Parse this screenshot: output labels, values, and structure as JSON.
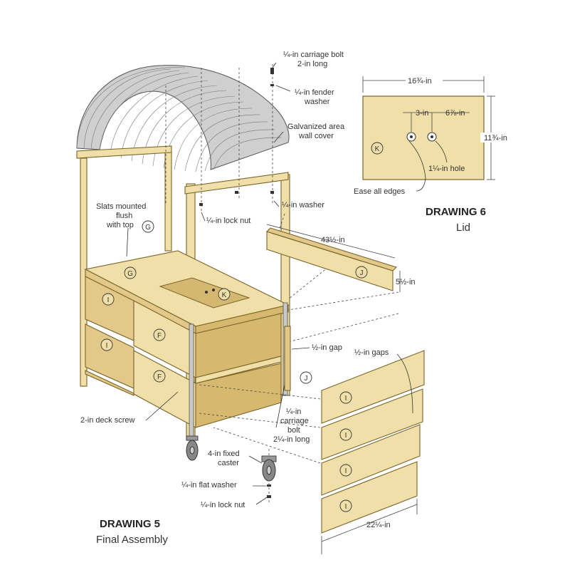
{
  "drawing5": {
    "title": "DRAWING 5",
    "subtitle": "Final Assembly",
    "labels": {
      "carriage_bolt_top": "¼-in carriage bolt",
      "carriage_bolt_top_2": "2-in long",
      "fender_washer": "¼-in fender",
      "fender_washer_2": "washer",
      "wall_cover": "Galvanized area",
      "wall_cover_2": "wall cover",
      "slats": "Slats mounted",
      "slats_2": "flush",
      "slats_3": "with top",
      "washer": "¼-in washer",
      "lock_nut_top": "¼-in lock nut",
      "dim_43": "43½-in",
      "dim_5": "5½-in",
      "gap": "½-in gap",
      "gaps": "½-in gaps",
      "deck_screw": "2-in deck screw",
      "carriage_bolt_low": "¼-in",
      "carriage_bolt_low_2": "carriage",
      "carriage_bolt_low_3": "bolt",
      "carriage_bolt_low_4": "2¼-in long",
      "caster": "4-in fixed",
      "caster_2": "caster",
      "flat_washer": "¼-in flat washer",
      "lock_nut_bottom": "¼-in lock nut",
      "dim_22": "22¼-in"
    },
    "parts": {
      "G": "G",
      "I": "I",
      "F": "F",
      "K": "K",
      "J": "J"
    }
  },
  "drawing6": {
    "title": "DRAWING 6",
    "subtitle": "Lid",
    "labels": {
      "width": "16¾-in",
      "height": "11¾-in",
      "offset1": "3-in",
      "offset2": "6⅞-in",
      "hole": "1¼-in hole",
      "edges": "Ease all edges"
    },
    "part": "K"
  }
}
